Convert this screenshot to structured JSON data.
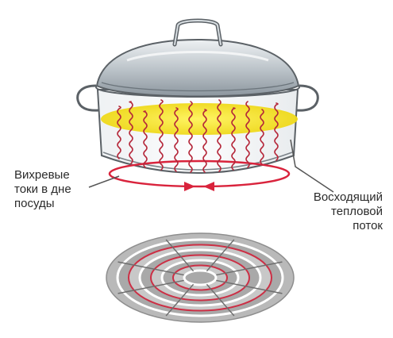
{
  "labels": {
    "eddy_currents": [
      "Вихревые",
      "токи в дне",
      "посуды"
    ],
    "heat_flow": [
      "Восходящий",
      "тепловой",
      "поток"
    ]
  },
  "colors": {
    "pot_metal_light": "#e9edf0",
    "pot_metal_dark": "#8f9aa3",
    "outline": "#5b6166",
    "liquid": "#f1e31a",
    "heat_waves": "#b5273a",
    "eddy_ring": "#d9233c",
    "coil_fill": "#b9b9b9",
    "coil_red": "#cc2f45",
    "leader_line": "#555555"
  }
}
